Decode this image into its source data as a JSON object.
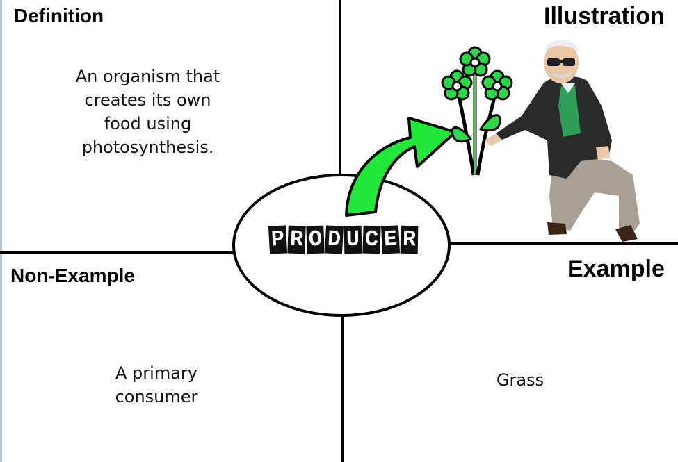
{
  "frayer": {
    "center_word": "PRODUCER",
    "definition": {
      "heading": "Definition",
      "lines": [
        "An organism that",
        "creates its own",
        "food using",
        "photosynthesis."
      ]
    },
    "illustration": {
      "heading": "Illustration",
      "picture": "green-flower-bouquet-and-man-offering-flowers"
    },
    "non_example": {
      "heading": "Non-Example",
      "lines": [
        "A primary",
        "consumer"
      ]
    },
    "example": {
      "heading": "Example",
      "lines": [
        "Grass"
      ]
    }
  },
  "colors": {
    "arrow_green": "#22e83a",
    "flower_green": "#2ed64a",
    "outline": "#000000"
  },
  "icons": [
    "curved-arrow-icon",
    "flower-bouquet-icon",
    "person-photo-icon"
  ]
}
